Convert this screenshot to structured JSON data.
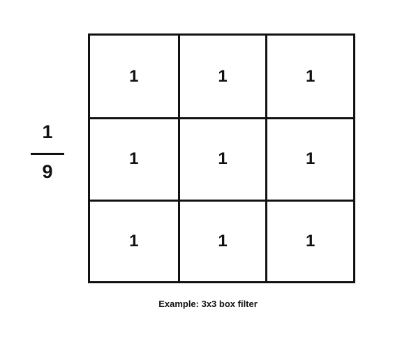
{
  "fraction": {
    "numerator": "1",
    "denominator": "9"
  },
  "kernel": {
    "rows": [
      [
        "1",
        "1",
        "1"
      ],
      [
        "1",
        "1",
        "1"
      ],
      [
        "1",
        "1",
        "1"
      ]
    ]
  },
  "caption": "Example: 3x3 box filter",
  "colors": {
    "ink": "#111111",
    "background": "#ffffff"
  }
}
